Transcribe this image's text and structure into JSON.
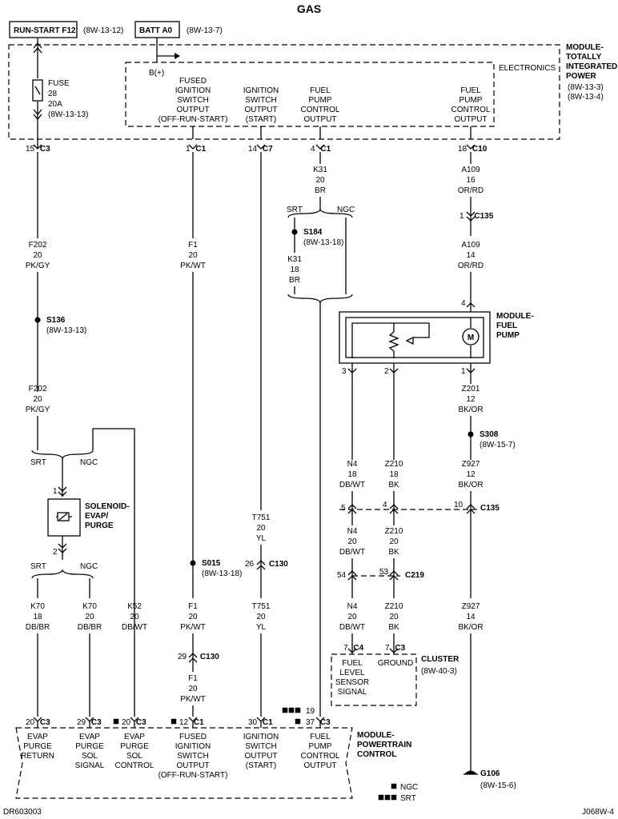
{
  "title": "GAS",
  "refs": {
    "run_start": {
      "label": "RUN-START F12",
      "ref": "(8W-13-12)"
    },
    "batt": {
      "label": "BATT A0",
      "ref": "(8W-13-7)"
    }
  },
  "module_tipm": {
    "name": [
      "MODULE-",
      "TOTALLY",
      "INTEGRATED",
      "POWER"
    ],
    "refs": [
      "(8W-13-3)",
      "(8W-13-4)"
    ]
  },
  "electronics_label": "ELECTRONICS",
  "battery_plus": "B(+)",
  "fuse": {
    "name": "FUSE",
    "number": "28",
    "rating": "20A",
    "ref": "(8W-13-13)"
  },
  "tipm_outputs": [
    [
      "FUSED",
      "IGNITION",
      "SWITCH",
      "OUTPUT",
      "(OFF-RUN-START)"
    ],
    [
      "IGNITION",
      "SWITCH",
      "OUTPUT",
      "(START)"
    ],
    [
      "FUEL",
      "PUMP",
      "CONTROL",
      "OUTPUT"
    ],
    [
      "FUEL",
      "PUMP",
      "CONTROL",
      "OUTPUT"
    ]
  ],
  "connectors": {
    "c3_15": {
      "pin": "15",
      "conn": "C3"
    },
    "c1_1": {
      "pin": "1",
      "conn": "C1"
    },
    "c7_14": {
      "pin": "14",
      "conn": "C7"
    },
    "c1_4": {
      "pin": "4",
      "conn": "C1"
    },
    "c10_18": {
      "pin": "18",
      "conn": "C10"
    },
    "c135_1": {
      "pin": "1",
      "conn": "C135"
    },
    "c130_26": {
      "pin": "26",
      "conn": "C130"
    },
    "c130_29": {
      "pin": "29",
      "conn": "C130"
    },
    "c135_row": {
      "pins": [
        "5",
        "4",
        "10"
      ],
      "conn": "C135"
    },
    "c219_row": {
      "pins": [
        "54",
        "53"
      ],
      "conn": "C219"
    },
    "cluster_pins": {
      "left": {
        "pin": "7",
        "conn": "C4"
      },
      "right": {
        "pin": "7",
        "conn": "C3"
      }
    },
    "pcm": {
      "p1": {
        "pin": "20",
        "conn": "C3"
      },
      "p2": {
        "pin": "29",
        "conn": "C3"
      },
      "p3": {
        "pin": "20",
        "conn": "C3"
      },
      "p4": {
        "pin": "12",
        "conn": "C1"
      },
      "p5": {
        "pin": "30",
        "conn": "C1"
      },
      "p6": {
        "pin": "37",
        "conn": "C3"
      },
      "p6_srt_pin": "19"
    },
    "fp_top": "4",
    "fp_bottom": [
      "3",
      "2",
      "1"
    ],
    "sol_top": "1",
    "sol_bottom": "2"
  },
  "wires": {
    "f202_a": [
      "F202",
      "20",
      "PK/GY"
    ],
    "f202_b": [
      "F202",
      "20",
      "PK/GY"
    ],
    "f1_a": [
      "F1",
      "20",
      "PK/WT"
    ],
    "f1_b": [
      "F1",
      "20",
      "PK/WT"
    ],
    "f1_c": [
      "F1",
      "20",
      "PK/WT"
    ],
    "t751_a": [
      "T751",
      "20",
      "YL"
    ],
    "t751_b": [
      "T751",
      "20",
      "YL"
    ],
    "k31_a": [
      "K31",
      "20",
      "BR"
    ],
    "k31_b": [
      "K31",
      "18",
      "BR"
    ],
    "a109_a": [
      "A109",
      "16",
      "OR/RD"
    ],
    "a109_b": [
      "A109",
      "14",
      "OR/RD"
    ],
    "z201": [
      "Z201",
      "12",
      "BK/OR"
    ],
    "z927_a": [
      "Z927",
      "12",
      "BK/OR"
    ],
    "z927_b": [
      "Z927",
      "14",
      "BK/OR"
    ],
    "n4_a": [
      "N4",
      "18",
      "DB/WT"
    ],
    "n4_b": [
      "N4",
      "20",
      "DB/WT"
    ],
    "n4_c": [
      "N4",
      "20",
      "DB/WT"
    ],
    "z210_a": [
      "Z210",
      "18",
      "BK"
    ],
    "z210_b": [
      "Z210",
      "20",
      "BK"
    ],
    "z210_c": [
      "Z210",
      "20",
      "BK"
    ],
    "k70_a": [
      "K70",
      "18",
      "DB/BR"
    ],
    "k70_b": [
      "K70",
      "20",
      "DB/BR"
    ],
    "k52": [
      "K52",
      "20",
      "DB/WT"
    ]
  },
  "splices": {
    "s136": {
      "id": "S136",
      "ref": "(8W-13-13)"
    },
    "s015": {
      "id": "S015",
      "ref": "(8W-13-18)"
    },
    "s184": {
      "id": "S184",
      "ref": "(8W-13-18)"
    },
    "s308": {
      "id": "S308",
      "ref": "(8W-15-7)"
    }
  },
  "ground": {
    "id": "G106",
    "ref": "(8W-15-6)"
  },
  "options": {
    "srt": "SRT",
    "ngc": "NGC"
  },
  "fuel_pump_module": {
    "name": [
      "MODULE-",
      "FUEL",
      "PUMP"
    ],
    "motor": "M"
  },
  "solenoid": {
    "name": [
      "SOLENOID-",
      "EVAP/",
      "PURGE"
    ]
  },
  "cluster": {
    "name": "CLUSTER",
    "ref": "(8W-40-3)",
    "left": [
      "FUEL",
      "LEVEL",
      "SENSOR",
      "SIGNAL"
    ],
    "right": [
      "GROUND"
    ]
  },
  "pcm_module": {
    "name": [
      "MODULE-",
      "POWERTRAIN",
      "CONTROL"
    ]
  },
  "pcm_inputs": [
    [
      "EVAP",
      "PURGE",
      "RETURN"
    ],
    [
      "EVAP",
      "PURGE",
      "SOL",
      "SIGNAL"
    ],
    [
      "EVAP",
      "PURGE",
      "SOL",
      "CONTROL"
    ],
    [
      "FUSED",
      "IGNITION",
      "SWITCH",
      "OUTPUT",
      "(OFF-RUN-START)"
    ],
    [
      "IGNITION",
      "SWITCH",
      "OUTPUT",
      "(START)"
    ],
    [
      "FUEL",
      "PUMP",
      "CONTROL",
      "OUTPUT"
    ]
  ],
  "legend": {
    "ngc": "NGC",
    "srt": "SRT"
  },
  "footer": {
    "left": "DR603003",
    "right": "J068W-4"
  }
}
